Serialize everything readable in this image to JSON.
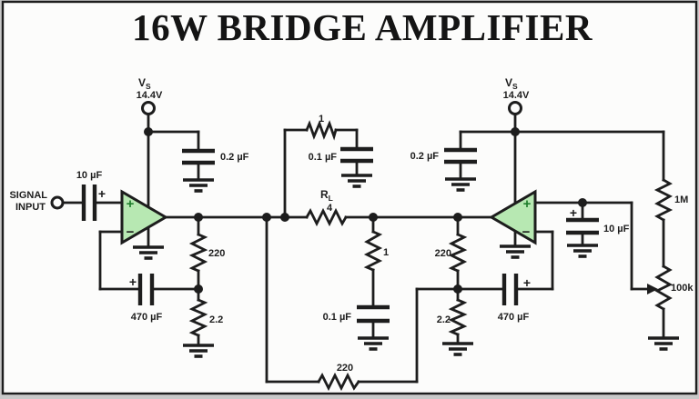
{
  "title": "16W BRIDGE AMPLIFIER",
  "colors": {
    "ink": "#1d1d1d",
    "opamp_fill": "#b7e8b2",
    "opamp_plus_green": "#1e7d2c",
    "paper": "#fcfcfb",
    "margin_gray": "#c9c9c9"
  },
  "supplies": {
    "left": {
      "name": "V",
      "sub": "S",
      "voltage": "14.4V"
    },
    "right": {
      "name": "V",
      "sub": "S",
      "voltage": "14.4V"
    }
  },
  "input": {
    "label_line1": "SIGNAL",
    "label_line2": "INPUT"
  },
  "opamps": {
    "plus": "+",
    "minus": "−"
  },
  "components": {
    "c_input": {
      "value": "10 µF",
      "polarity": "+"
    },
    "c_bypass_left": {
      "value": "0.2 µF"
    },
    "c_bypass_right": {
      "value": "0.2 µF"
    },
    "r_zobel_top": {
      "value": "1"
    },
    "c_zobel_top": {
      "value": "0.1 µF"
    },
    "r_load": {
      "name": "R",
      "sub": "L",
      "value": "4"
    },
    "r_zobel_bottom": {
      "value": "1"
    },
    "c_zobel_bottom": {
      "value": "0.1 µF"
    },
    "r_fb_top_left": {
      "value": "220"
    },
    "r_fb_bottom_left": {
      "value": "2.2"
    },
    "c_fb_left": {
      "value": "470 µF",
      "polarity": "+"
    },
    "r_fb_top_right": {
      "value": "220"
    },
    "r_fb_bottom_right": {
      "value": "2.2"
    },
    "c_fb_right": {
      "value": "470 µF",
      "polarity": "+"
    },
    "r_bridge": {
      "value": "220"
    },
    "r_bias": {
      "value": "1M"
    },
    "pot_balance": {
      "value": "100k"
    },
    "c_bias": {
      "value": "10 µF",
      "polarity": "+"
    }
  }
}
